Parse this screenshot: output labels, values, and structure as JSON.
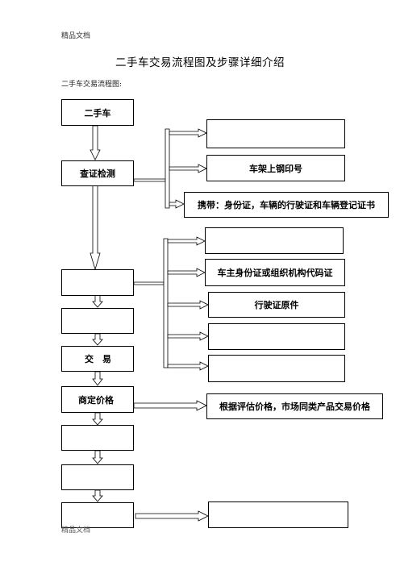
{
  "header_text": "精品文档",
  "footer_text": "精品文档",
  "title": "二手车交易流程图及步骤详细介绍",
  "subtitle": "二手车交易流程图:",
  "steps": {
    "used_car": "二手车",
    "inspection": "查证检测",
    "blank_a": "",
    "blank_b": "",
    "transaction": "交　易",
    "negotiate_price": "商定价格",
    "blank_c": "",
    "blank_d": "",
    "blank_e": ""
  },
  "inspection_items": [
    "",
    "车架上钢印号",
    "携带：身份证，车辆的行驶证和车辆登记证书"
  ],
  "document_items": [
    "",
    "车主身份证或组织机构代码证",
    "行驶证原件",
    "",
    ""
  ],
  "price_note": "根据评估价格，市场同类产品交易价格",
  "final_item": ""
}
